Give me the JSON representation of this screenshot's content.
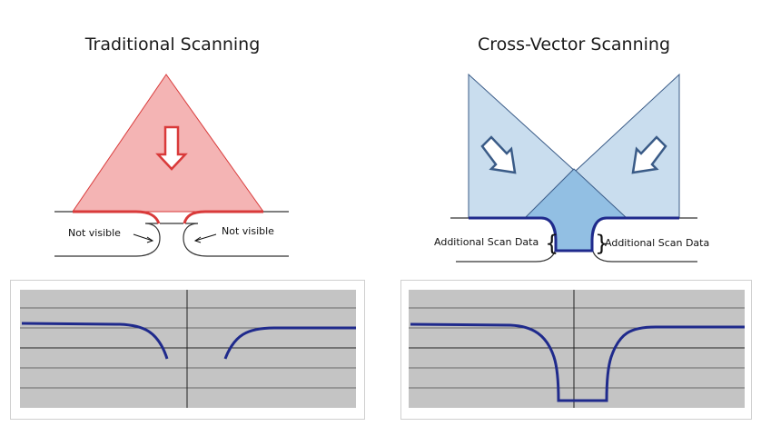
{
  "left_panel": {
    "title": "Traditional Scanning",
    "label_not_visible_left": "Not visible",
    "label_not_visible_right": "Not visible"
  },
  "right_panel": {
    "title": "Cross-Vector Scanning",
    "label_additional_left": "Additional Scan Data",
    "label_additional_right": "Additional Scan Data"
  },
  "colors": {
    "traditional_fill": "#f4b4b4",
    "traditional_edge": "#d93a3a",
    "crossvector_fill": "#c9ddee",
    "crossvector_overlap": "#92bfe3",
    "profile_line": "#1f2a8c",
    "plot_bg": "#c4c4c4"
  },
  "icons": {
    "down_arrow": "hollow-down-arrow-icon",
    "diag_arrow_right": "hollow-diagonal-arrow-down-right-icon",
    "diag_arrow_left": "hollow-diagonal-arrow-down-left-icon"
  }
}
